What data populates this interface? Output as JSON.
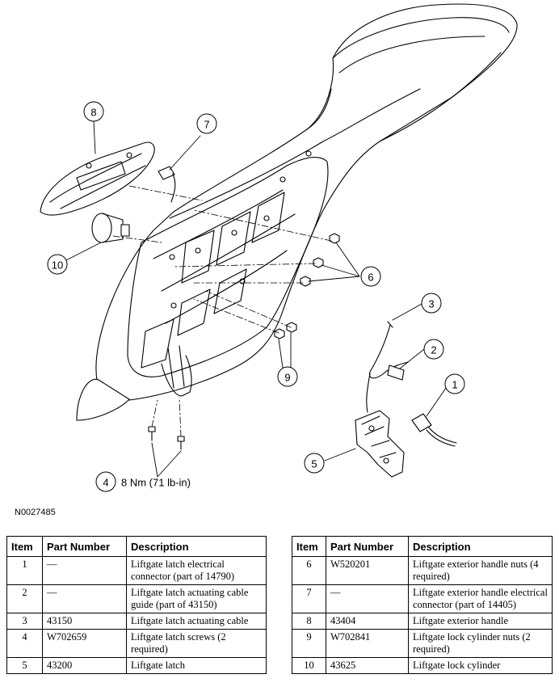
{
  "figure_id": "N0027485",
  "callouts": {
    "c1": "1",
    "c2": "2",
    "c3": "3",
    "c4": "4",
    "c5": "5",
    "c6": "6",
    "c7": "7",
    "c8": "8",
    "c9": "9",
    "c10": "10",
    "torque": "8 Nm (71 lb-in)"
  },
  "table": {
    "headers": {
      "item": "Item",
      "part_number": "Part Number",
      "description": "Description"
    },
    "left_rows": [
      {
        "item": "1",
        "part": "—",
        "desc": "Liftgate latch electrical connector (part of 14790)"
      },
      {
        "item": "2",
        "part": "—",
        "desc": "Liftgate latch actuating cable guide (part of 43150)"
      },
      {
        "item": "3",
        "part": "43150",
        "desc": "Liftgate latch actuating cable"
      },
      {
        "item": "4",
        "part": "W702659",
        "desc": "Liftgate latch screws (2 required)"
      },
      {
        "item": "5",
        "part": "43200",
        "desc": "Liftgate latch"
      }
    ],
    "right_rows": [
      {
        "item": "6",
        "part": "W520201",
        "desc": "Liftgate exterior handle nuts (4 required)"
      },
      {
        "item": "7",
        "part": "—",
        "desc": "Liftgate exterior handle electrical connector (part of 14405)"
      },
      {
        "item": "8",
        "part": "43404",
        "desc": "Liftgate exterior handle"
      },
      {
        "item": "9",
        "part": "W702841",
        "desc": "Liftgate lock cylinder nuts (2 required)"
      },
      {
        "item": "10",
        "part": "43625",
        "desc": "Liftgate lock cylinder"
      }
    ]
  }
}
